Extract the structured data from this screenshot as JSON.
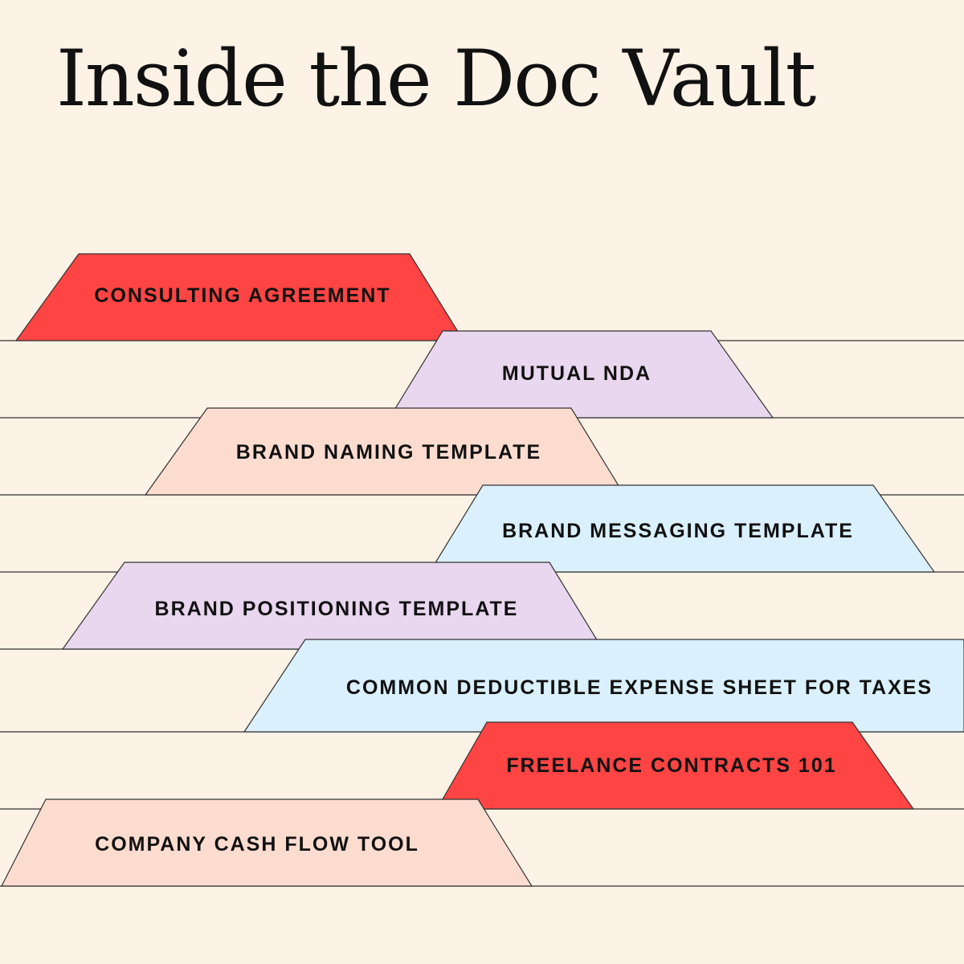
{
  "title": "Inside the Doc Vault",
  "colors": {
    "background": "#fdf2e6",
    "line": "#333333",
    "text": "#111111"
  },
  "tabs": [
    {
      "label": "CONSULTING AGREEMENT",
      "color": "#ff4444"
    },
    {
      "label": "MUTUAL NDA",
      "color": "#e8d7ee"
    },
    {
      "label": "BRAND NAMING TEMPLATE",
      "color": "#fddcd0"
    },
    {
      "label": "BRAND MESSAGING TEMPLATE",
      "color": "#daf0fc"
    },
    {
      "label": "BRAND POSITIONING TEMPLATE",
      "color": "#e8d7ee"
    },
    {
      "label": "COMMON DEDUCTIBLE EXPENSE SHEET FOR TAXES",
      "color": "#daf0fc"
    },
    {
      "label": "FREELANCE CONTRACTS 101",
      "color": "#ff4444"
    },
    {
      "label": "COMPANY CASH FLOW TOOL",
      "color": "#fddcd0"
    }
  ]
}
